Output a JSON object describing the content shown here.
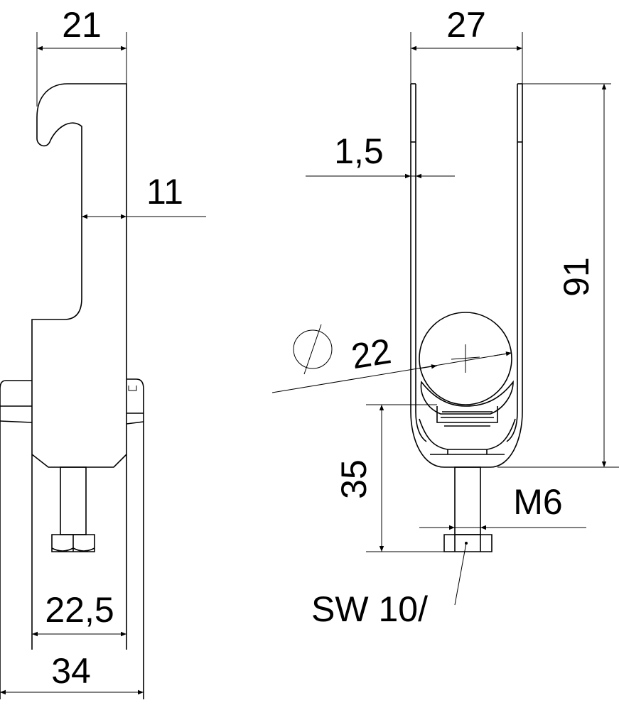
{
  "drawing": {
    "side_view": {
      "dim_top_width": "21",
      "dim_wall_offset": "11",
      "dim_inner_width": "22,5",
      "dim_total_width": "34"
    },
    "front_view": {
      "dim_width": "27",
      "dim_thickness": "1,5",
      "dim_height": "91",
      "dim_diameter": "22",
      "dim_bolt_height": "35",
      "thread": "M6",
      "wrench_size": "SW 10/"
    },
    "line_color": "#000000",
    "background": "#ffffff"
  }
}
